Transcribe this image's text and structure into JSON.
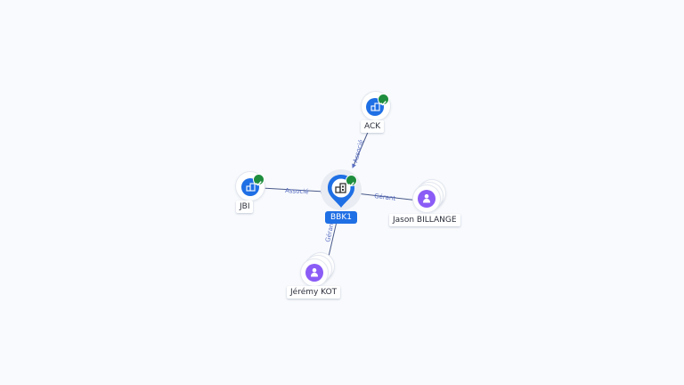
{
  "nodes": {
    "center": {
      "label": "BBK1",
      "type": "company",
      "verified": true,
      "icon": "building-icon"
    },
    "ack": {
      "label": "ACK",
      "type": "company",
      "verified": true,
      "icon": "building-icon"
    },
    "jbi": {
      "label": "JBI",
      "type": "company",
      "verified": true,
      "icon": "building-icon"
    },
    "jason": {
      "label": "Jason BILLANGE",
      "type": "person",
      "icon": "user-icon"
    },
    "jeremy": {
      "label": "Jérémy KOT",
      "type": "person",
      "icon": "user-icon"
    }
  },
  "edges": {
    "ack": {
      "label": "Associé"
    },
    "jbi": {
      "label": "Associé"
    },
    "jason": {
      "label": "Gérant"
    },
    "jeremy": {
      "label": "Gérant"
    }
  },
  "colors": {
    "company": "#1f6fe5",
    "person": "#8b5cf6",
    "verified": "#1e8e3e",
    "edge": "#4a5a8a",
    "edge_label": "#5b6fc4"
  }
}
